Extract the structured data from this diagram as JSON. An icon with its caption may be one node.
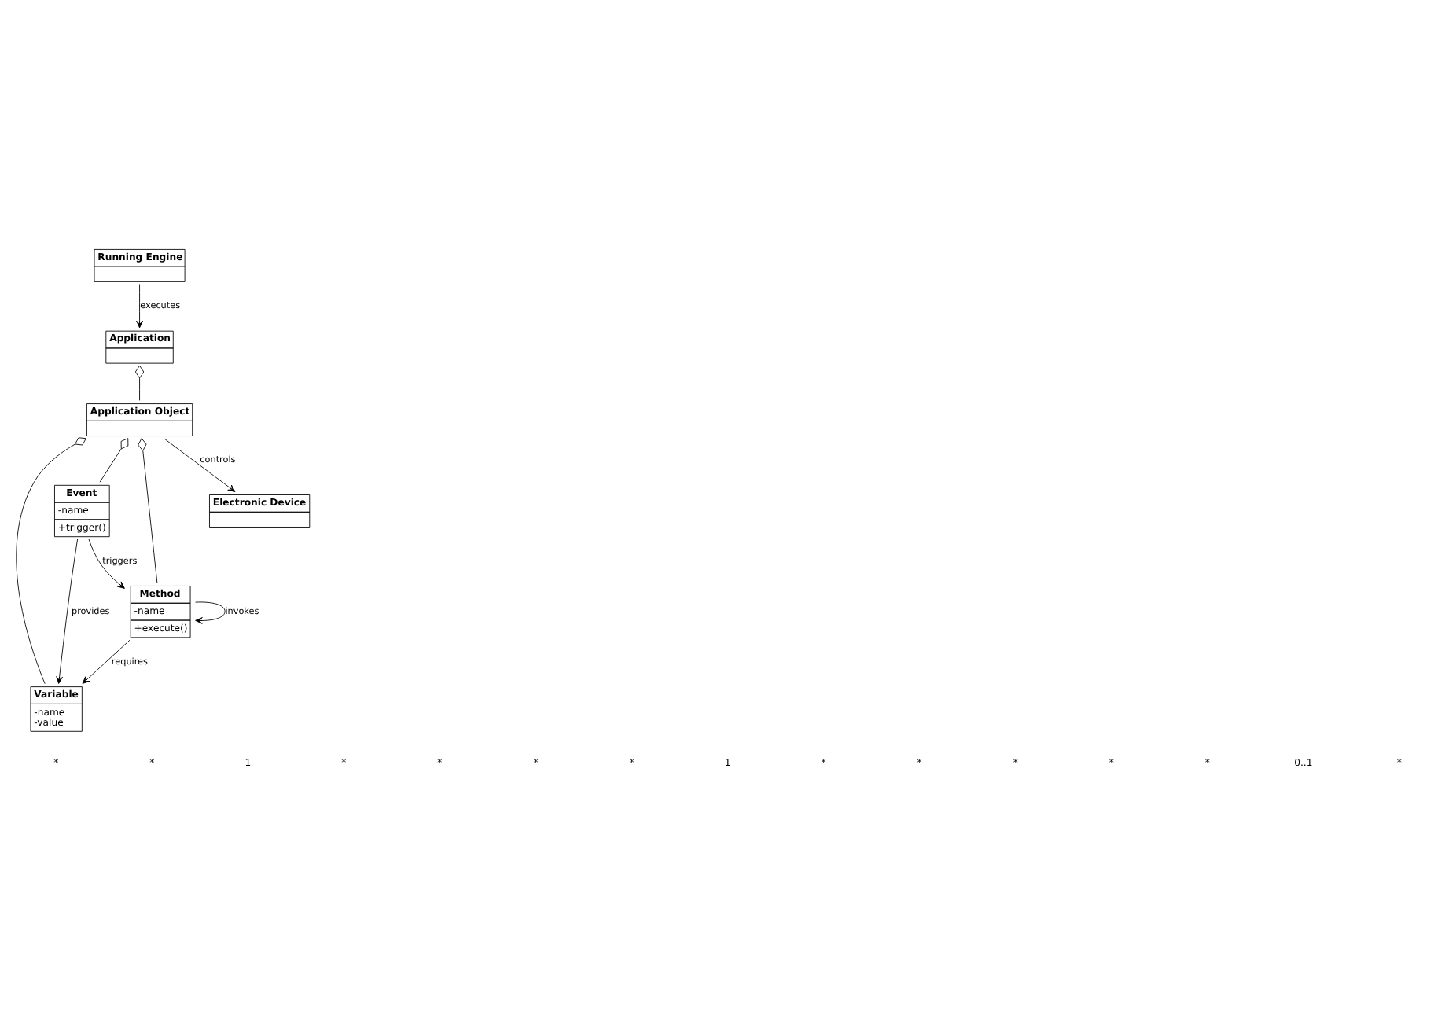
{
  "diagram": {
    "nodes": [
      {
        "text": [
          "Running Engine"
        ]
      },
      {
        "text": [
          "Variable",
          "-name",
          "-value"
        ]
      },
      {
        "text": [
          "Application"
        ]
      },
      {
        "text": [
          "Application Object"
        ]
      },
      {
        "text": [
          "Event",
          "-name",
          "+trigger()"
        ]
      },
      {
        "text": [
          "Method",
          "-name",
          "+execute()"
        ]
      },
      {
        "text": [
          "Electronic Device"
        ]
      }
    ],
    "edges": [
      {
        "from": 0,
        "to": 2,
        "arrow": "to",
        "label": "executes"
      },
      {
        "from": 2,
        "to": 3,
        "arrow": "other"
      },
      {
        "from": 3,
        "to": 1,
        "arrow": "other"
      },
      {
        "from": 3,
        "to": 4,
        "arrow": "other"
      },
      {
        "from": 3,
        "to": 5,
        "arrow": "other"
      },
      {
        "from": 3,
        "to": 6,
        "arrow": "to",
        "label": "controls"
      },
      {
        "from": 4,
        "to": 1,
        "arrow": "to",
        "label": "provides"
      },
      {
        "from": 4,
        "to": 5,
        "arrow": "to",
        "label": "triggers"
      },
      {
        "from": 5,
        "to": 5,
        "arrow": "to",
        "label": "invokes"
      },
      {
        "from": 5,
        "to": 1,
        "arrow": "to",
        "label": "requires"
      }
    ],
    "labels": [
      "*",
      "*",
      "1",
      "*",
      "*",
      "*",
      "*",
      "1",
      "*",
      "*",
      "*",
      "*",
      "*",
      "0..1",
      "*"
    ]
  }
}
